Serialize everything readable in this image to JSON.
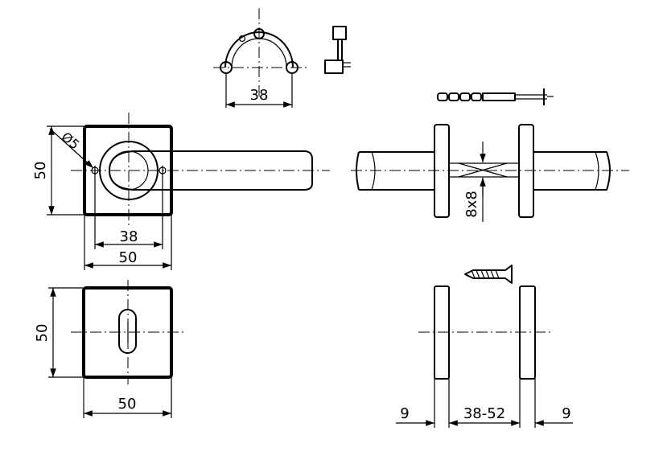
{
  "dimensions": {
    "top_width": "38",
    "rose_height": "50",
    "rose_diameter": "Ø5",
    "handle_spacing": "38",
    "rose_width": "50",
    "spindle": "8x8",
    "escutcheon_height": "50",
    "escutcheon_width": "50",
    "left_thickness": "9",
    "door_thickness": "38-52",
    "right_thickness": "9"
  }
}
